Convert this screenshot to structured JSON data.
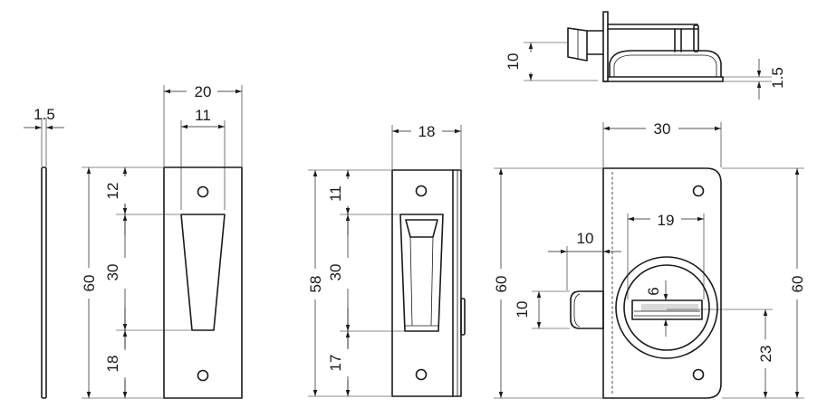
{
  "views": {
    "plate_side": {
      "thickness": "1.5"
    },
    "front_plate": {
      "width": "20",
      "inner_width": "11",
      "height": "60",
      "top_segment": "12",
      "middle_segment": "30",
      "bottom_segment": "18"
    },
    "pull_view": {
      "width": "18",
      "height": "58",
      "top_segment": "11",
      "middle_segment": "30",
      "bottom_segment": "17"
    },
    "top_view": {
      "height": "10",
      "plate": "1.5"
    },
    "latch_view": {
      "width": "30",
      "knob_width": "19",
      "bolt_projection": "10",
      "bolt_height": "10",
      "slot": "6",
      "height_left": "60",
      "height_right": "60",
      "center_height": "23"
    }
  }
}
